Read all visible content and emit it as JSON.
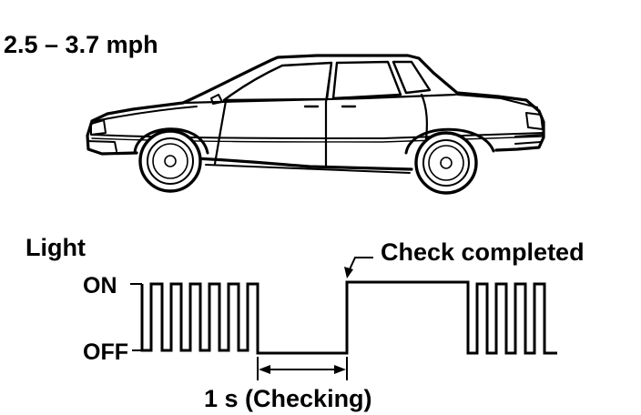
{
  "speed_label": "2.5 – 3.7 mph",
  "chart": {
    "y_title": "Light",
    "on_label": "ON",
    "off_label": "OFF",
    "completed_label": "Check completed",
    "interval_label": "1 s (Checking)"
  },
  "colors": {
    "ink": "#000000",
    "background": "#ffffff"
  }
}
